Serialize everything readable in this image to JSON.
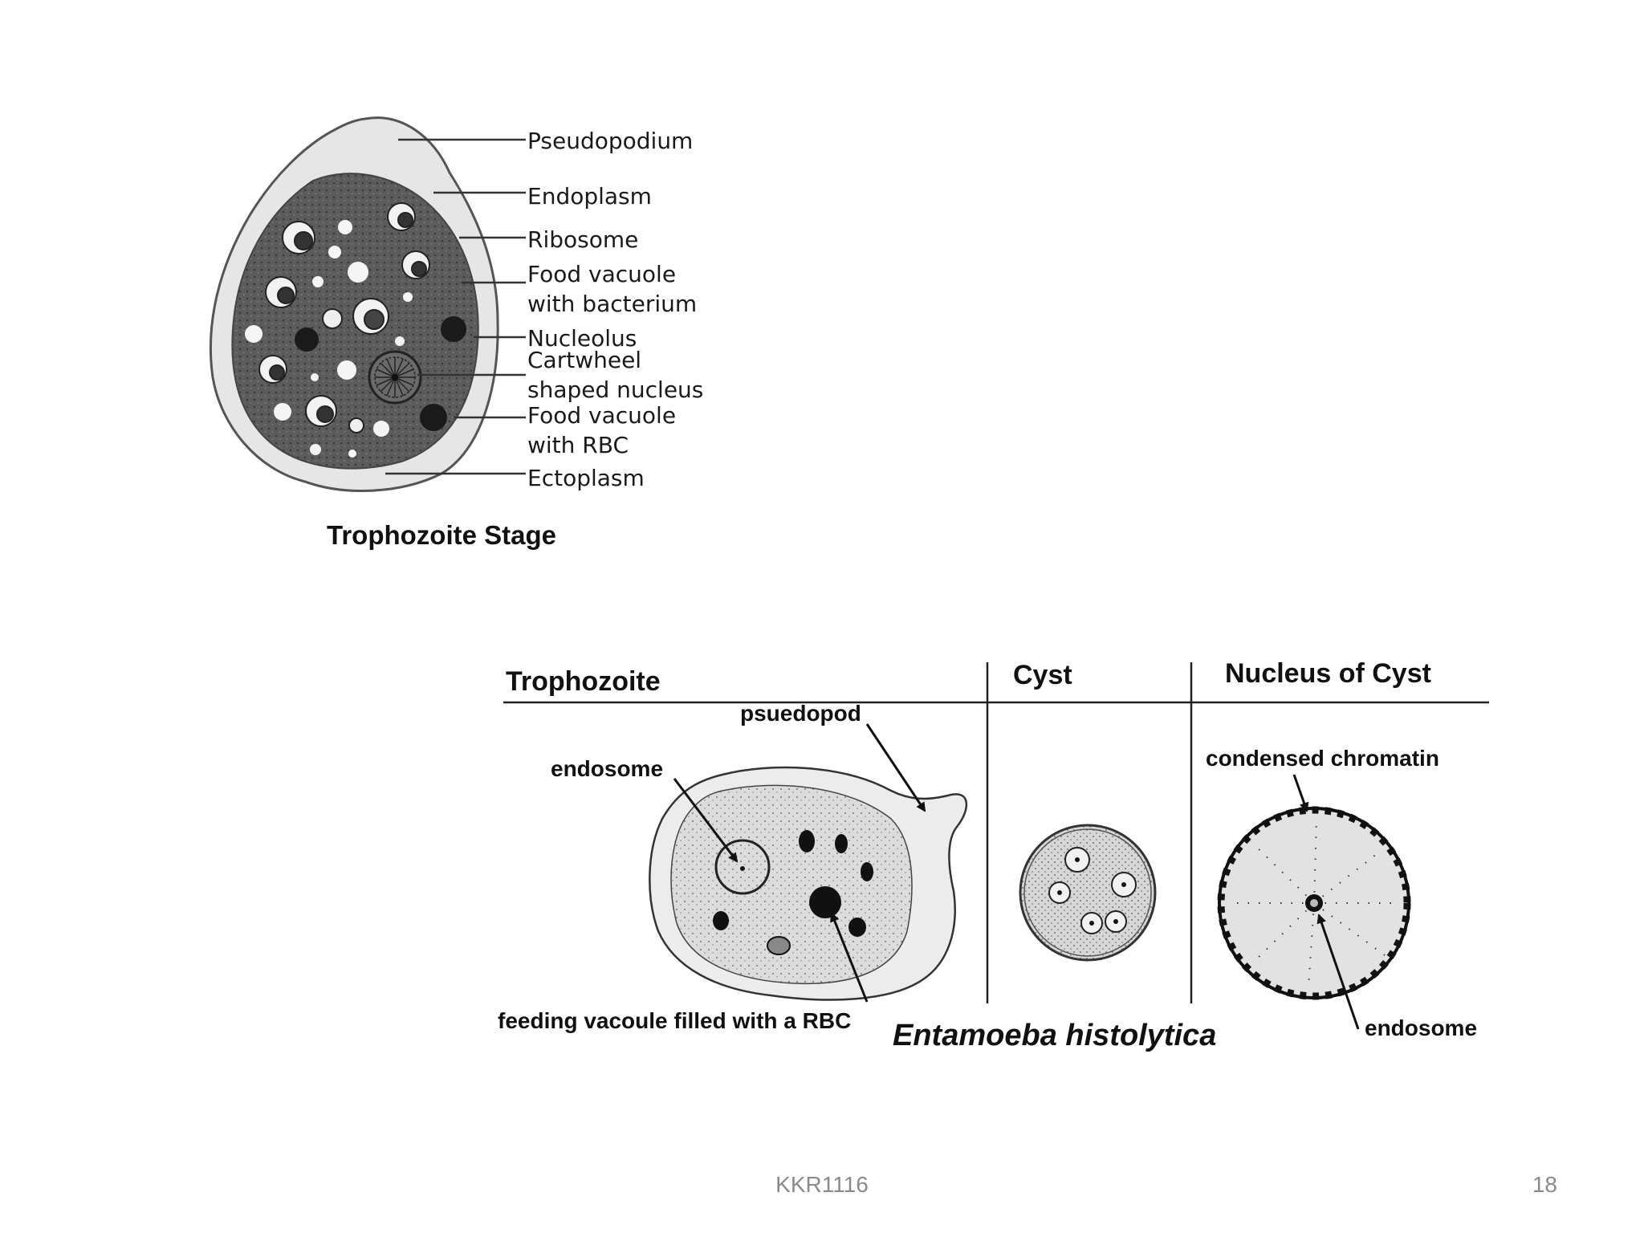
{
  "figure1": {
    "labels": {
      "pseudopodium": "Pseudopodium",
      "endoplasm": "Endoplasm",
      "ribosome": "Ribosome",
      "food_vacuole_bacterium_1": "Food vacuole",
      "food_vacuole_bacterium_2": "with bacterium",
      "nucleolus": "Nucleolus",
      "cartwheel_1": "Cartwheel",
      "cartwheel_2": "shaped nucleus",
      "food_vacuole_rbc_1": "Food vacuole",
      "food_vacuole_rbc_2": "with RBC",
      "ectoplasm": "Ectoplasm"
    },
    "title": "Trophozoite Stage"
  },
  "figure2": {
    "headers": {
      "trophozoite": "Trophozoite",
      "cyst": "Cyst",
      "nucleus_of_cyst": "Nucleus of Cyst"
    },
    "labels": {
      "psuedopod": "psuedopod",
      "endosome": "endosome",
      "feeding_vacoule": "feeding vacoule filled with a RBC",
      "condensed_chromatin": "condensed chromatin",
      "endosome_nucleus": "endosome"
    },
    "species": "Entamoeba histolytica"
  },
  "footer": {
    "center": "KKR1116",
    "page_number": "18"
  }
}
